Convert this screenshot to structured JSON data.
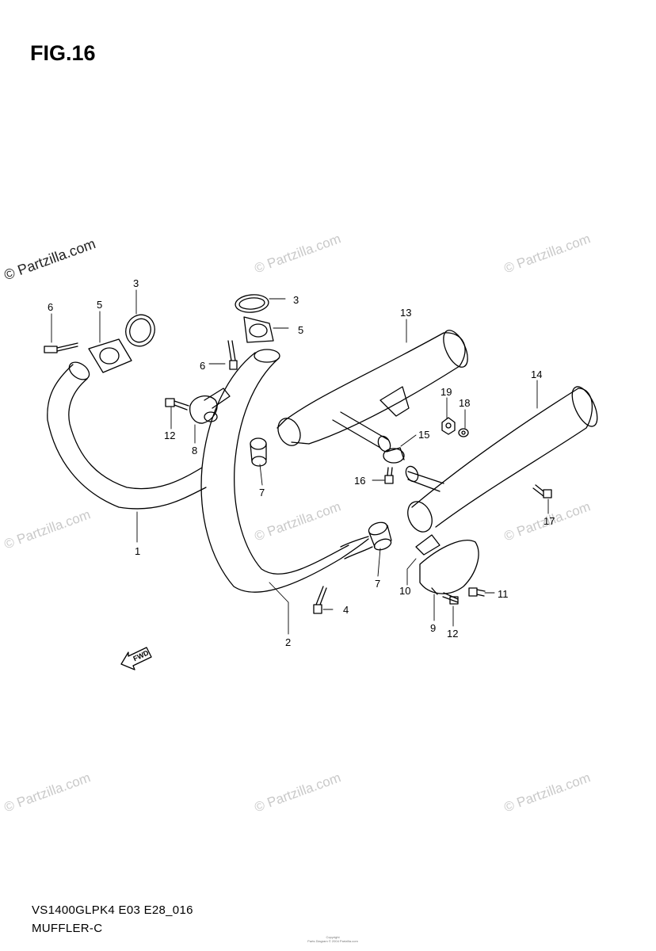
{
  "figure": {
    "title": "FIG.16",
    "model_code": "VS1400GLPK4 E03 E28_016",
    "section_name": "MUFFLER-C",
    "copyright_line1": "Copyright",
    "copyright_line2": "Parts Diagram © 2004 Partzilla.com"
  },
  "watermark": {
    "text": "© Partzilla.com"
  },
  "callouts": [
    "1",
    "2",
    "3",
    "3",
    "4",
    "5",
    "5",
    "6",
    "6",
    "7",
    "7",
    "8",
    "9",
    "10",
    "11",
    "12",
    "12",
    "13",
    "14",
    "15",
    "16",
    "17",
    "18",
    "19"
  ],
  "direction": {
    "label": "FWD"
  },
  "colors": {
    "line": "#000000",
    "watermark": "#c9c9c9",
    "background": "#ffffff"
  }
}
